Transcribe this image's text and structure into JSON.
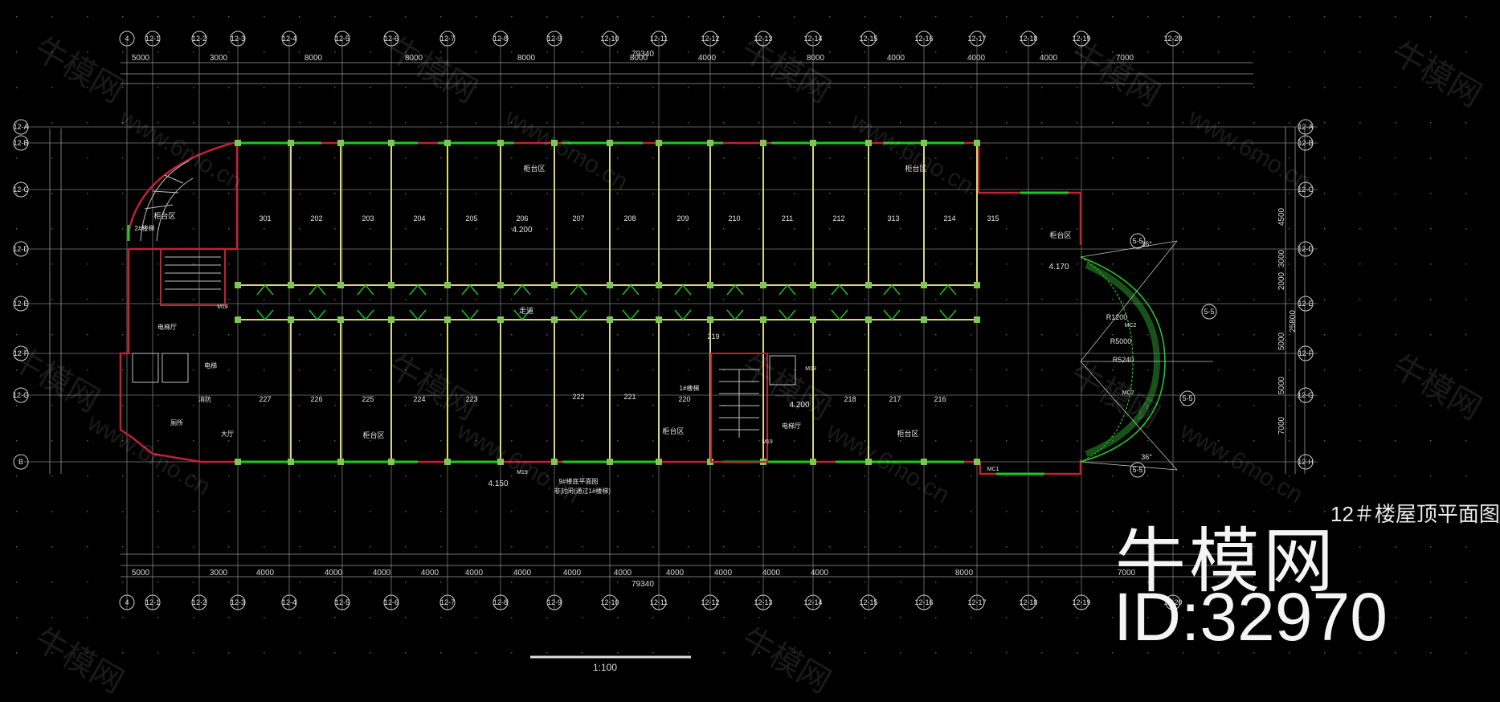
{
  "drawing": {
    "overall_dim": "79340",
    "total_depth": "25800",
    "scale_label": "1:100",
    "sheet_title": "12＃楼屋顶平面图",
    "brand": "牛模网",
    "model_id": "ID:32970",
    "watermark_text": "牛模网",
    "watermark_url": "www.6mo.cn",
    "elevation_1": "4.200",
    "elevation_2": "4.170",
    "elevation_3": "4.150",
    "elevation_4": "4.200",
    "corridor": "走道",
    "stair_1": "1#楼梯",
    "stair_2": "2#楼梯",
    "elevator_hall_1": "电梯厅",
    "elevator_hall_2": "电梯厅",
    "counter_labels": [
      "柜台区",
      "柜台区",
      "柜台区",
      "柜台区",
      "柜台区",
      "柜台区",
      "柜台区"
    ],
    "restroom": "厕所",
    "fire": "消防",
    "hall": "大厅",
    "elevator": "电梯",
    "note_1": "9#楼底平面图",
    "note_2": "非封闭(通过1#楼梯)",
    "radius_1": "R1200",
    "radius_2": "R5000",
    "radius_3": "R5240",
    "angle_top": "36°",
    "angle_bottom": "36°",
    "doors": [
      "M18",
      "M19",
      "M19",
      "M19",
      "MC1",
      "MC2",
      "MC2"
    ],
    "rooms_top": [
      "301",
      "202",
      "203",
      "204",
      "205",
      "206",
      "207",
      "208",
      "209",
      "210",
      "211",
      "212",
      "313",
      "214",
      "315"
    ],
    "rooms_bottom": [
      "227",
      "226",
      "225",
      "224",
      "223",
      "222",
      "221",
      "219",
      "220",
      "218",
      "217",
      "216"
    ],
    "grid_top": [
      "4",
      "12-1",
      "12-2",
      "12-3",
      "12-4",
      "12-5",
      "12-6",
      "12-7",
      "12-8",
      "12-9",
      "12-10",
      "12-11",
      "12-12",
      "12-13",
      "12-14",
      "12-15",
      "12-16",
      "12-17",
      "12-18",
      "12-19",
      "12-20"
    ],
    "grid_left": [
      "12-A",
      "12-B",
      "12-C",
      "12-D",
      "12-E",
      "12-F",
      "12-G",
      "B"
    ],
    "grid_right": [
      "12-A",
      "12-B",
      "12-C",
      "12-D",
      "12-E",
      "12-F",
      "12-G",
      "12-H"
    ],
    "dims_top_row1": [
      "5000",
      "3000",
      "8000",
      "8000",
      "8000",
      "8000",
      "4000",
      "8000",
      "4000",
      "4000",
      "4000",
      "7000"
    ],
    "dims_bottom_row": [
      "5000",
      "3000",
      "4000",
      "4000",
      "4000",
      "4000",
      "4000",
      "4000",
      "4000",
      "4000",
      "4000",
      "4000",
      "4000",
      "4000",
      "8000",
      "7000"
    ],
    "dims_right": [
      "4500",
      "3000",
      "2000",
      "5000",
      "5000",
      "7000",
      "25800"
    ],
    "section_marks": [
      "5-5",
      "5-5",
      "5-5",
      "5-5"
    ]
  }
}
